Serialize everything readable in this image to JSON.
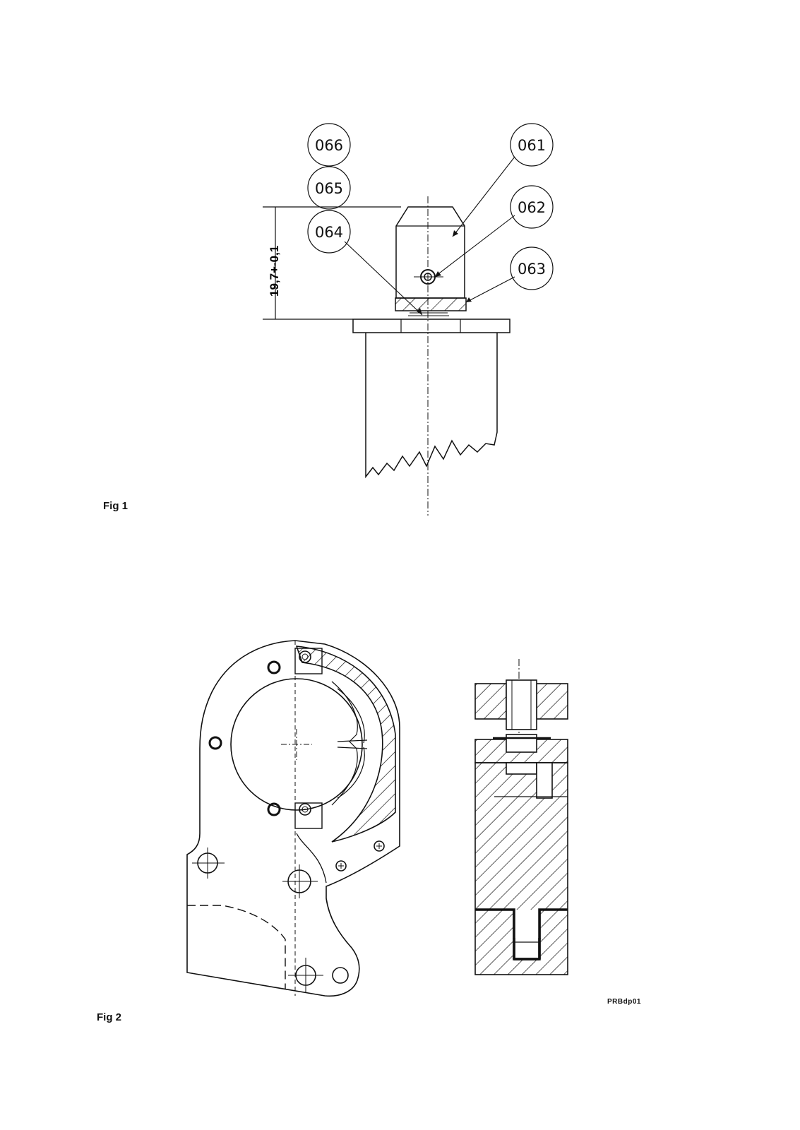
{
  "figure1": {
    "label": "Fig 1",
    "callouts": [
      "066",
      "065",
      "064",
      "061",
      "062",
      "063"
    ],
    "dimension": "19,7+-0,1"
  },
  "figure2": {
    "label": "Fig 2",
    "reference_code": "PRBdp01"
  }
}
